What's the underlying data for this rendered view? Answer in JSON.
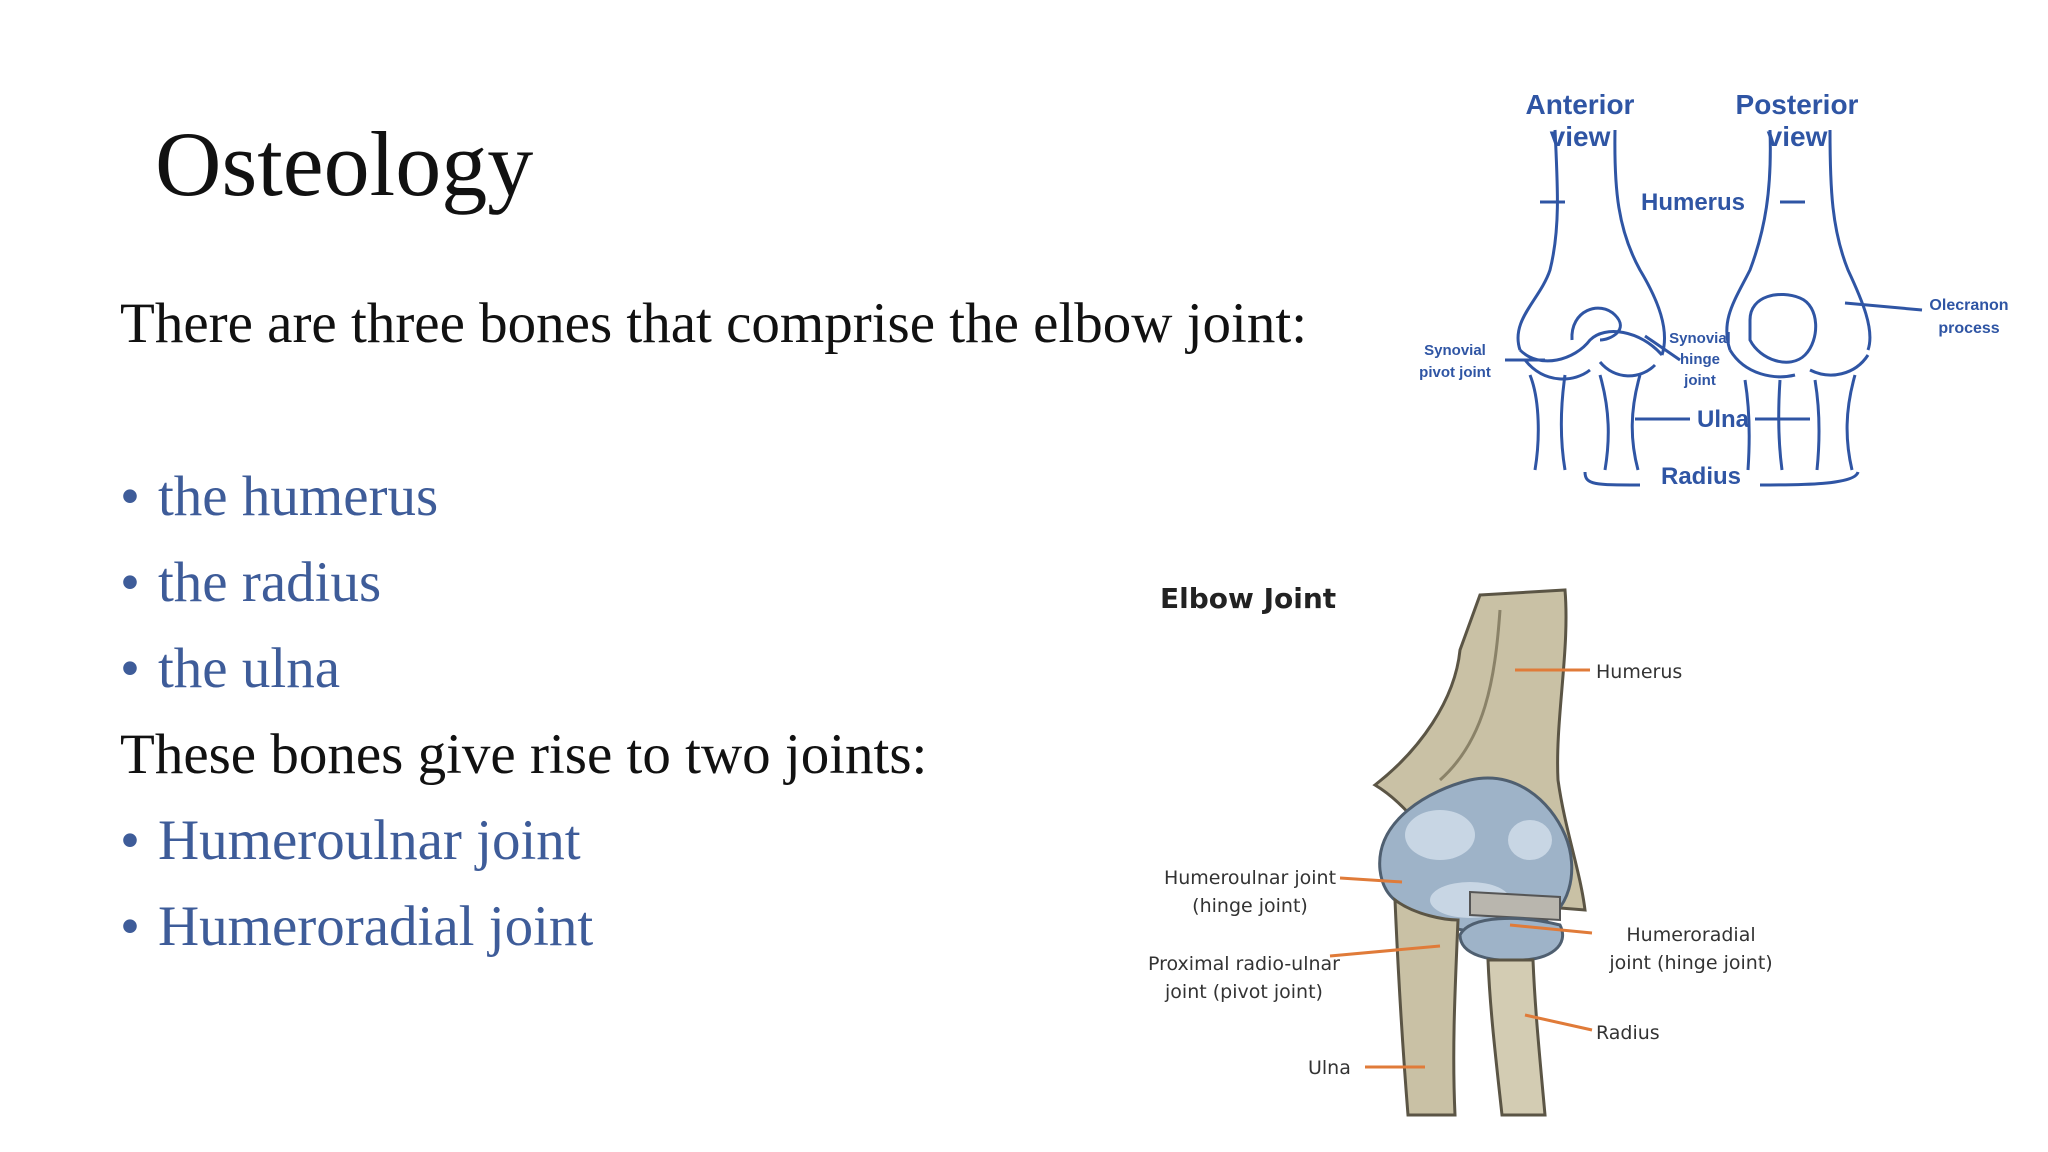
{
  "slide": {
    "title": "Osteology",
    "intro": "There are three bones that comprise the elbow joint:",
    "bones": [
      "the humerus",
      "the radius",
      "the ulna"
    ],
    "joints_intro": "These bones give rise to two joints:",
    "joints": [
      "Humeroulnar joint",
      "Humeroradial joint"
    ],
    "bullet_char": "•"
  },
  "diagram_views": {
    "anterior_line1": "Anterior",
    "anterior_line2": "view",
    "posterior_line1": "Posterior",
    "posterior_line2": "view",
    "humerus": "Humerus",
    "olecranon_line1": "Olecranon",
    "olecranon_line2": "process",
    "synovial_pivot_line1": "Synovial",
    "synovial_pivot_line2": "pivot joint",
    "synovial_hinge_line1": "Synovial",
    "synovial_hinge_line2": "hinge",
    "synovial_hinge_line3": "joint",
    "ulna": "Ulna",
    "radius": "Radius",
    "line_color": "#2f55a4"
  },
  "diagram_elbow": {
    "title": "Elbow Joint",
    "humerus": "Humerus",
    "humeroulnar_line1": "Humeroulnar joint",
    "humeroulnar_line2": "(hinge joint)",
    "proximal_line1": "Proximal radio-ulnar",
    "proximal_line2": "joint (pivot joint)",
    "humeroradial_line1": "Humeroradial",
    "humeroradial_line2": "joint  (hinge joint)",
    "radius": "Radius",
    "ulna": "Ulna",
    "pointer_color": "#e07b39"
  },
  "colors": {
    "text": "#111111",
    "accent": "#3e5c99"
  }
}
